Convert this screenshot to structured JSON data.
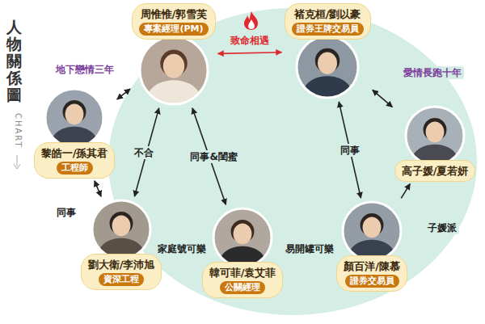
{
  "diagram": {
    "title": "人物關係圖",
    "nodes": [
      {
        "text": [
          "周惟惟/郭雪芙",
          "專案經理(PM)"
        ]
      },
      {
        "text": [
          "褚克桓/劉以豪",
          "證券王牌交易員"
        ]
      },
      {
        "text": [
          "黎皓一/孫其君",
          "工程師"
        ]
      },
      {
        "text": [
          "高子媛/夏若妍"
        ]
      },
      {
        "text": [
          "劉大衛/李沛旭",
          "資深工程"
        ]
      },
      {
        "text": [
          "韓可菲/袁艾菲",
          "公關經理"
        ]
      },
      {
        "text": [
          "顏百洋/陳慕",
          "證券交易員"
        ]
      }
    ],
    "edges": [
      {
        "from": 0,
        "to": 1,
        "label": "致命相遇",
        "arrow": "both"
      },
      {
        "from": 0,
        "to": 2,
        "label": "地下戀情三年",
        "arrow": "both"
      },
      {
        "from": 1,
        "to": 3,
        "label": "愛情長跑十年",
        "arrow": "both"
      },
      {
        "from": 0,
        "to": 4,
        "label": "不合",
        "arrow": "both"
      },
      {
        "from": 0,
        "to": 5,
        "label": "同事&閨蜜",
        "arrow": "both"
      },
      {
        "from": 1,
        "to": 6,
        "label": "同事",
        "arrow": "both"
      },
      {
        "from": 6,
        "to": 3,
        "label": "子媛派",
        "arrow": "to"
      },
      {
        "from": 2,
        "to": 4,
        "label": "同事",
        "arrow": "both"
      },
      {
        "from": 4,
        "to": 5,
        "label": "家庭號可樂",
        "arrow": "both"
      },
      {
        "from": 5,
        "to": 6,
        "label": "易開罐可樂",
        "arrow": "both"
      }
    ],
    "labels": [
      "CHART"
    ]
  }
}
